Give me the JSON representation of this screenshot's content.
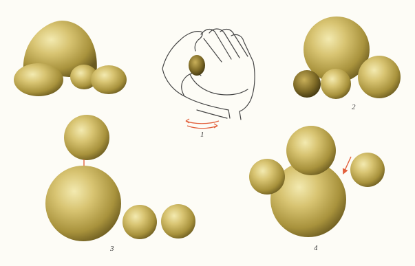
{
  "steps": [
    {
      "number": "1",
      "description": "rolling-balls-between-palms"
    },
    {
      "number": "2",
      "description": "balls-of-different-sizes"
    },
    {
      "number": "3",
      "description": "placing-small-ball-on-large-ball"
    },
    {
      "number": "4",
      "description": "attaching-side-balls"
    }
  ],
  "colors": {
    "clay_light": "#efe6a6",
    "clay_mid": "#c9b35a",
    "clay_dark": "#7b6a26",
    "clay_shadow": "#4f4418",
    "arrow": "#e2603c",
    "hand_line": "#444444",
    "background": "#fdfcf6"
  }
}
